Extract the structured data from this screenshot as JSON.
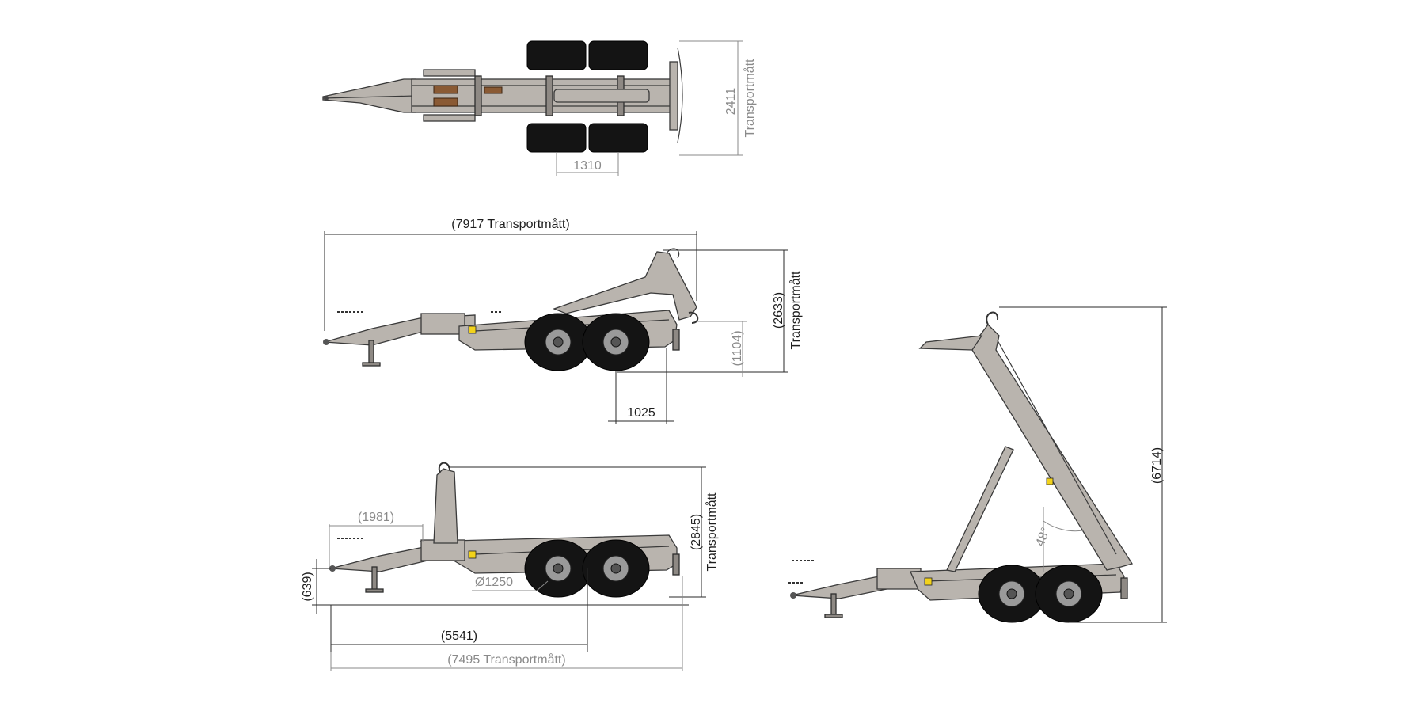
{
  "dimensions": {
    "top_view": {
      "axle_spacing": "1310",
      "width_value": "2411",
      "width_label": "Transportmått"
    },
    "side_view_transport": {
      "length_label": "(7917 Transportmått)",
      "height_value": "(2633)",
      "height_label": "Transportmått",
      "hook_height": "(1104)",
      "rear_overhang": "1025"
    },
    "side_view_raised": {
      "wheel_diameter": "Ø1250",
      "front_offset": "(1981)",
      "height_value": "(2845)",
      "height_label": "Transportmått",
      "coupling_height": "(639)",
      "axle_position": "(5541)",
      "length_label": "(7495 Transportmått)"
    },
    "tipping_view": {
      "tip_angle": "48°",
      "max_height": "(6714)"
    }
  },
  "colors": {
    "frame": "#b9b4ae",
    "tire": "#141414",
    "dimension_line": "#2a2a2a",
    "dimension_light": "#8a8a8a",
    "warning_label": "#f2d21b",
    "wood": "#8a5a34"
  }
}
